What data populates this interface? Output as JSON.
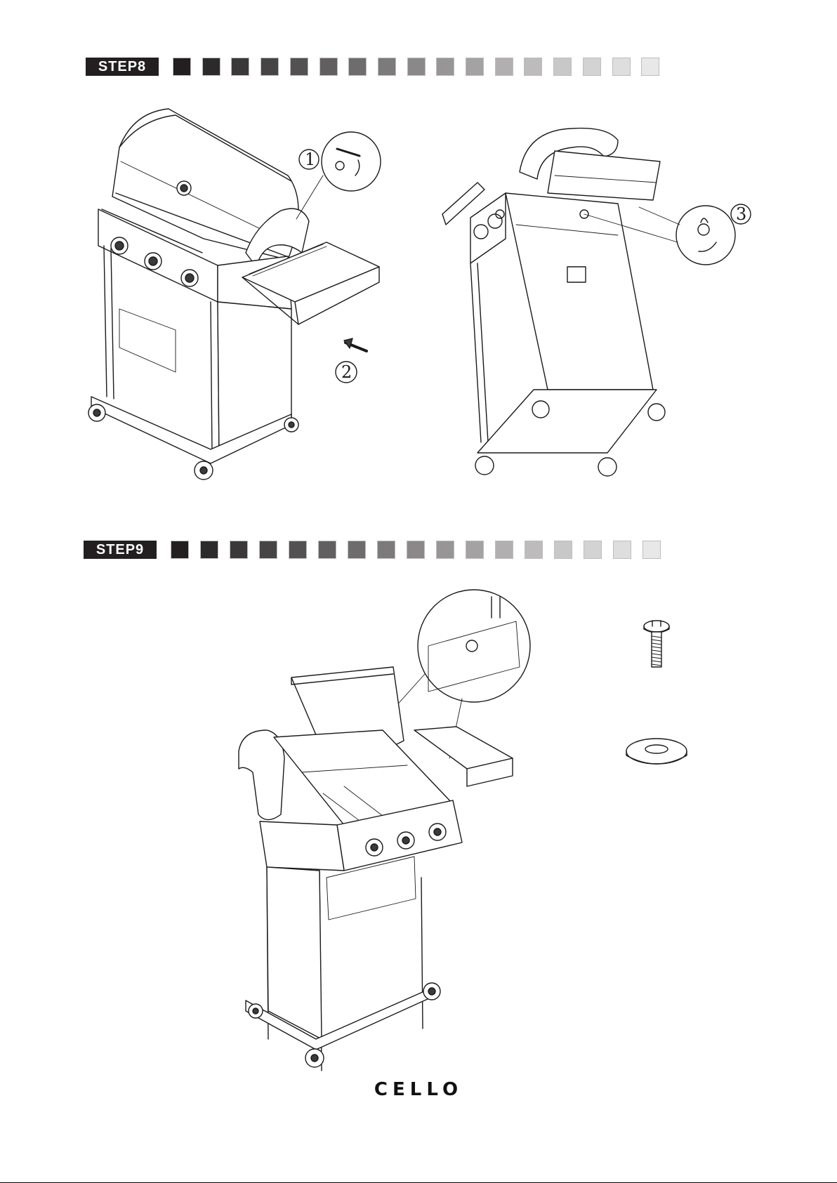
{
  "step8": {
    "label": "STEP8",
    "callouts": [
      "1",
      "2",
      "3"
    ]
  },
  "step9": {
    "label": "STEP9"
  },
  "swatch_colors": [
    "#231f20",
    "#2d2a2b",
    "#3b3839",
    "#474445",
    "#545152",
    "#625f60",
    "#6e6c6d",
    "#7c7a7b",
    "#8a8889",
    "#979596",
    "#a4a2a3",
    "#b1afb0",
    "#bdbbbc",
    "#c9c8c8",
    "#d4d3d3",
    "#dfdede",
    "#e9e8e8"
  ],
  "icons": [
    "grill-illustration",
    "screw-icon",
    "washer-icon",
    "magnify-callout",
    "arrow-icon"
  ],
  "brand": "CELLO"
}
